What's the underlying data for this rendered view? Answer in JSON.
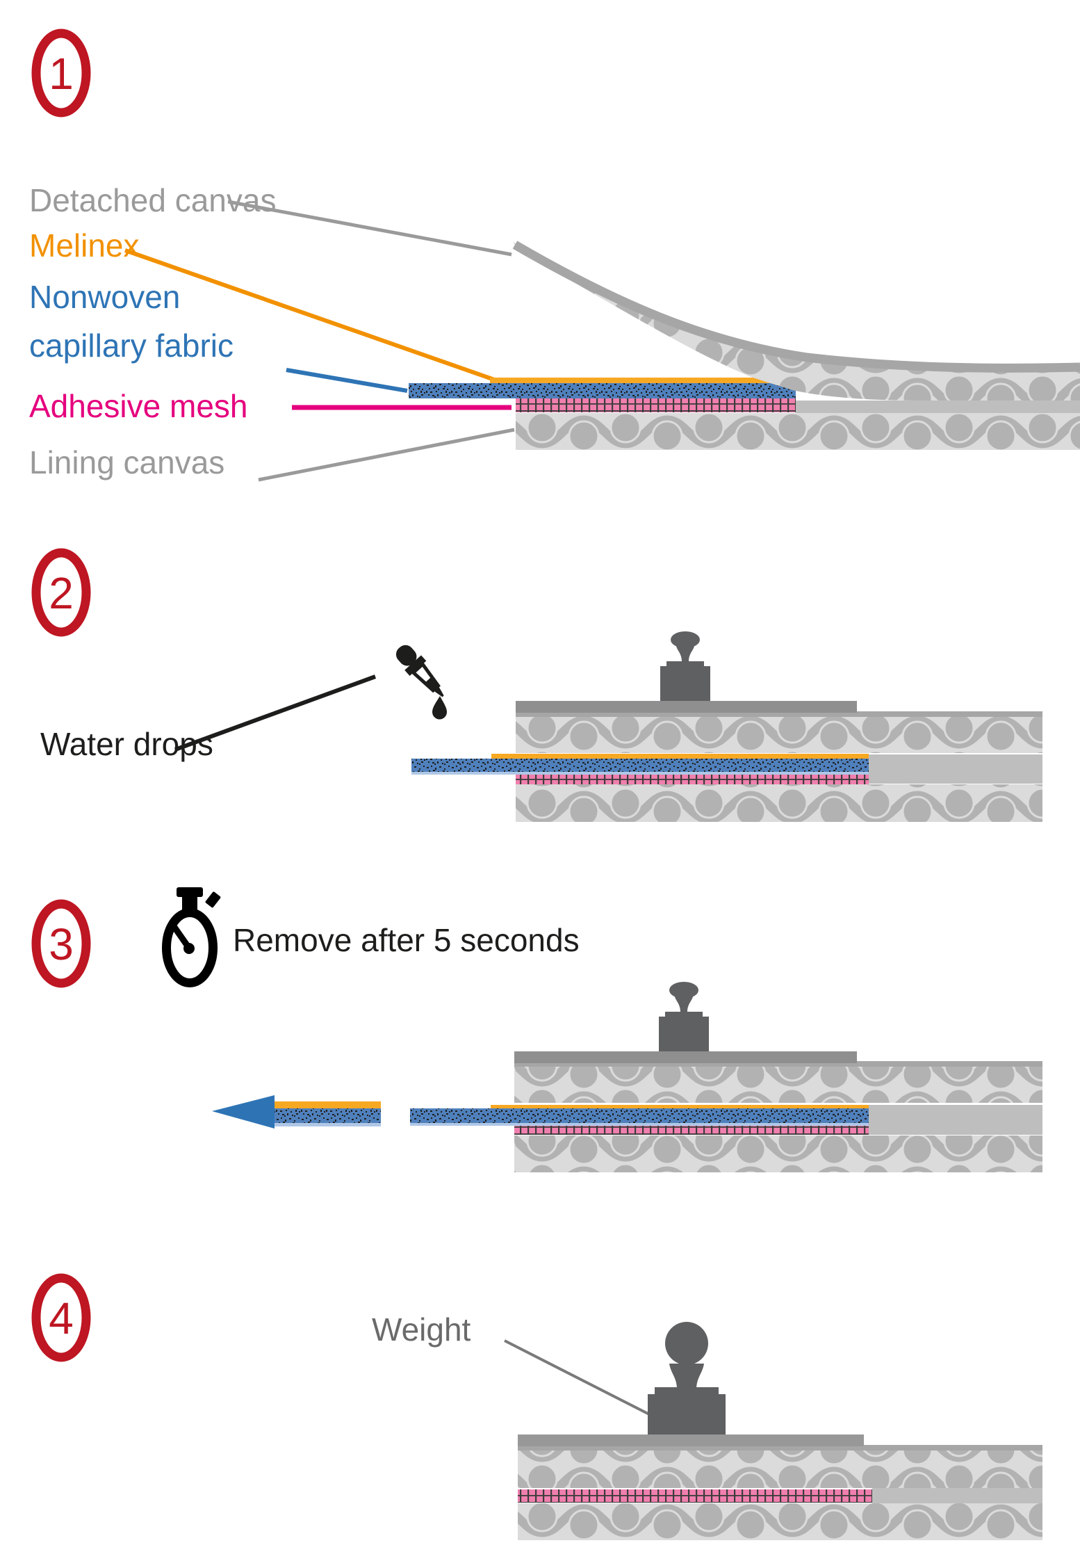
{
  "steps": [
    {
      "number": "1"
    },
    {
      "number": "2"
    },
    {
      "number": "3"
    },
    {
      "number": "4"
    }
  ],
  "labels": {
    "detached_canvas": {
      "text": "Detached canvas",
      "color": "#9A9A9A"
    },
    "melinex": {
      "text": "Melinex",
      "color": "#F29100"
    },
    "nonwoven_line1": {
      "text": "Nonwoven",
      "color": "#2E74B5"
    },
    "nonwoven_line2": {
      "text": "capillary fabric",
      "color": "#2E74B5"
    },
    "adhesive_mesh": {
      "text": "Adhesive mesh",
      "color": "#E5007D"
    },
    "lining_canvas": {
      "text": "Lining canvas",
      "color": "#9A9A9A"
    },
    "water_drops": {
      "text": "Water drops",
      "color": "#1D1D1B"
    },
    "remove_after": {
      "text": "Remove after 5 seconds",
      "color": "#1D1D1B"
    },
    "weight": {
      "text": "Weight",
      "color": "#6A6A6A"
    }
  },
  "icons": {
    "badge": "numbered-step-badge",
    "dropper": "eyedropper-icon",
    "stopwatch": "stopwatch-icon",
    "arrow": "left-arrow-icon",
    "weight": "weight-icon"
  },
  "layers": [
    {
      "name": "Detached canvas",
      "color": "#DBDBDB"
    },
    {
      "name": "Melinex",
      "color": "#F7A823"
    },
    {
      "name": "Nonwoven capillary fabric",
      "color": "#4F80BC"
    },
    {
      "name": "Adhesive mesh",
      "color": "#F07FAE"
    },
    {
      "name": "Lining canvas",
      "color": "#DBDBDB"
    }
  ],
  "colors": {
    "badge_red": "#BE1622",
    "melinex_orange": "#F7A823",
    "orange_label": "#F29100",
    "fabric_blue": "#4F80BC",
    "fabric_blue_pale": "#AFC7E6",
    "speckle_dark": "#1E1E1C",
    "mesh_pink": "#F07FAE",
    "mesh_grid": "#3C3C3B",
    "magenta": "#E5007D",
    "canvas_light": "#DBDBDB",
    "canvas_wave": "#B2B2B2",
    "canvas_edge": "#A6A6A6",
    "board_gray": "#8F8F8F",
    "contact_gray": "#BEBEBE",
    "weight_gray": "#5F6062",
    "arrow_blue": "#2E74B5",
    "ink_black": "#1D1D1B"
  }
}
